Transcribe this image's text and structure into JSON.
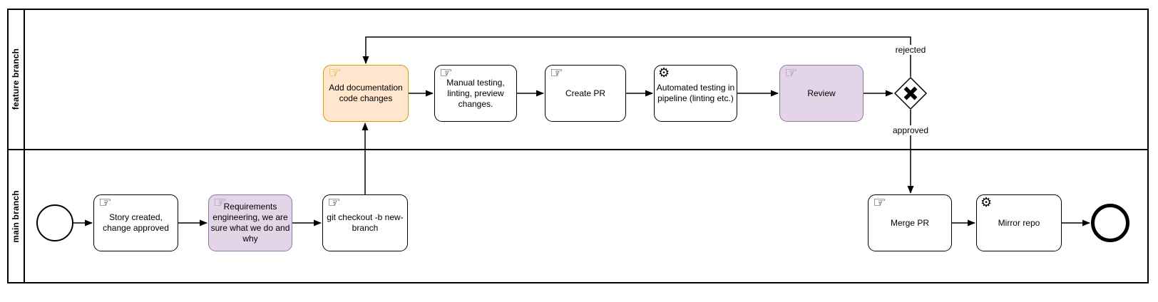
{
  "lanes": [
    {
      "label": "feature branch"
    },
    {
      "label": "main branch"
    }
  ],
  "icons": {
    "manual_task": "☞",
    "service_task": "⚙"
  },
  "colors": {
    "background": "#ffffff",
    "line": "#000000",
    "task_fill": "#ffffff",
    "task_stroke": "#000000",
    "highlight_fill": "#ffe6cc",
    "highlight_stroke": "#d79b00",
    "accent_fill": "#e1d5e7",
    "accent_stroke": "#9673a6"
  },
  "tasks": [
    {
      "label": "Story created, change approved",
      "type": "manual"
    },
    {
      "label": "Requirements engineering, we are sure what we do and why",
      "type": "manual"
    },
    {
      "label": "git checkout -b new-branch",
      "type": "manual"
    },
    {
      "label": "Add documentation code changes",
      "type": "manual"
    },
    {
      "label": "Manual testing, linting, preview changes.",
      "type": "manual"
    },
    {
      "label": "Create PR",
      "type": "manual"
    },
    {
      "label": "Automated testing in pipeline (linting etc.)",
      "type": "service"
    },
    {
      "label": "Review",
      "type": "manual"
    },
    {
      "label": "Merge PR",
      "type": "manual"
    },
    {
      "label": "Mirror repo",
      "type": "service"
    }
  ],
  "gateway": {
    "type": "exclusive",
    "rejected_label": "rejected",
    "approved_label": "approved"
  }
}
